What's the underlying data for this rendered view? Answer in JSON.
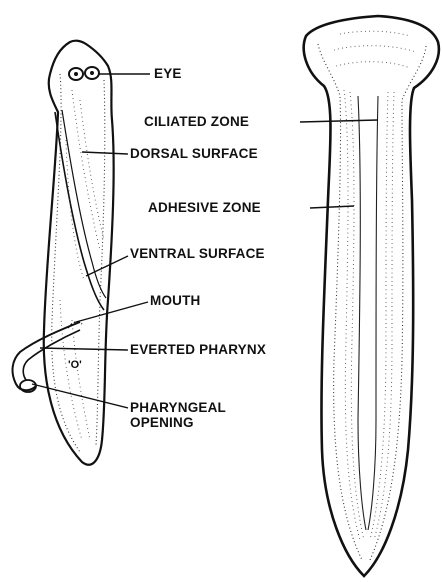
{
  "diagram": {
    "left_figure_labels": {
      "eye": "EYE",
      "dorsal_surface": "DORSAL SURFACE",
      "ventral_surface": "VENTRAL SURFACE",
      "mouth": "MOUTH",
      "everted_pharynx": "EVERTED PHARYNX",
      "pharyngeal_opening_line1": "PHARYNGEAL",
      "pharyngeal_opening_line2": "OPENING",
      "small_mark": "'O'"
    },
    "right_figure_labels": {
      "ciliated_zone": "CILIATED ZONE",
      "adhesive_zone": "ADHESIVE ZONE"
    },
    "colors": {
      "ink": "#111111",
      "paper": "#ffffff"
    }
  }
}
